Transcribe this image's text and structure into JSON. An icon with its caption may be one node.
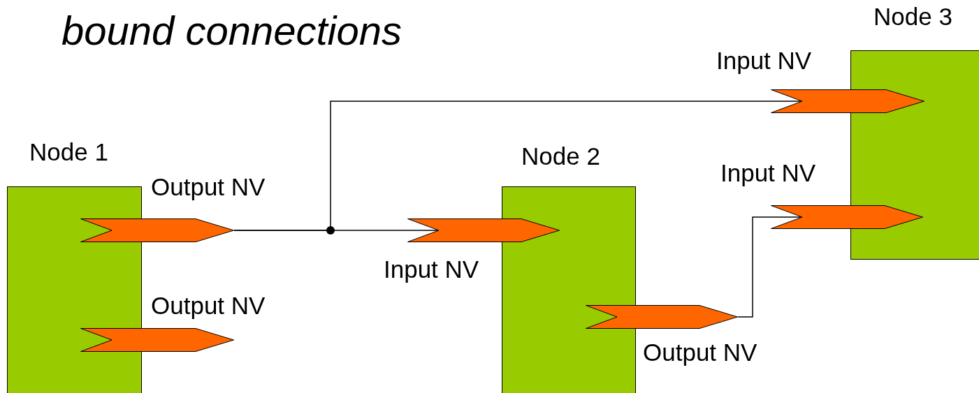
{
  "diagram": {
    "title": "bound connections",
    "nodes": [
      {
        "text": [
          "Node 1"
        ]
      },
      {
        "text": [],
        "shape": "chevron",
        "beside": [
          "Output NV"
        ]
      },
      {
        "text": [],
        "shape": "chevron",
        "beside": [
          "Output NV"
        ]
      },
      {
        "text": [
          "Node 2"
        ]
      },
      {
        "text": [],
        "shape": "chevron",
        "beside": [
          "Input NV"
        ]
      },
      {
        "text": [],
        "shape": "chevron",
        "beside": [
          "Output NV"
        ]
      },
      {
        "text": [
          "Node 3"
        ]
      },
      {
        "text": [],
        "shape": "chevron",
        "beside": [
          "Input NV"
        ]
      },
      {
        "text": [],
        "shape": "chevron",
        "beside": [
          "Input NV"
        ]
      }
    ],
    "edges": [
      {
        "from": 1,
        "to": 4,
        "arrow": "none"
      },
      {
        "from": 1,
        "to": 7,
        "arrow": "none"
      },
      {
        "from": 5,
        "to": 8,
        "arrow": "none"
      }
    ]
  }
}
